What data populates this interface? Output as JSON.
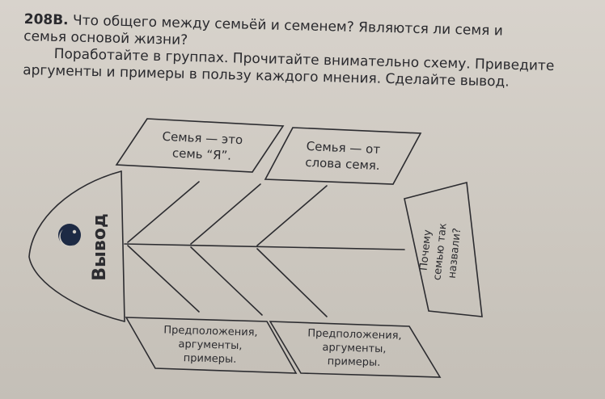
{
  "task": {
    "number": "208B.",
    "question_line1": "Что общего между семьёй и семенем? Являются ли семя и",
    "question_line2": "семья основой жизни?",
    "instruction_line1": "Поработайте в группах. Прочитайте внимательно схему. Приведите",
    "instruction_line2": "аргументы и примеры в пользу каждого мнения. Сделайте вывод."
  },
  "diagram": {
    "head_label": "Вывод",
    "tail_label": {
      "line1": "Почему",
      "line2": "семью так",
      "line3": "назвали?"
    },
    "top_boxes": [
      {
        "line1": "Семья — это",
        "line2": "семь “Я”."
      },
      {
        "line1": "Семья — от",
        "line2": "слова семя."
      }
    ],
    "bottom_boxes": [
      {
        "line1": "Предположения,",
        "line2": "аргументы,",
        "line3": "примеры."
      },
      {
        "line1": "Предположения,",
        "line2": "аргументы,",
        "line3": "примеры."
      }
    ],
    "colors": {
      "ink": "#2c2c30",
      "eye": "#1d2a44",
      "paper": "#d2cdc5"
    }
  }
}
